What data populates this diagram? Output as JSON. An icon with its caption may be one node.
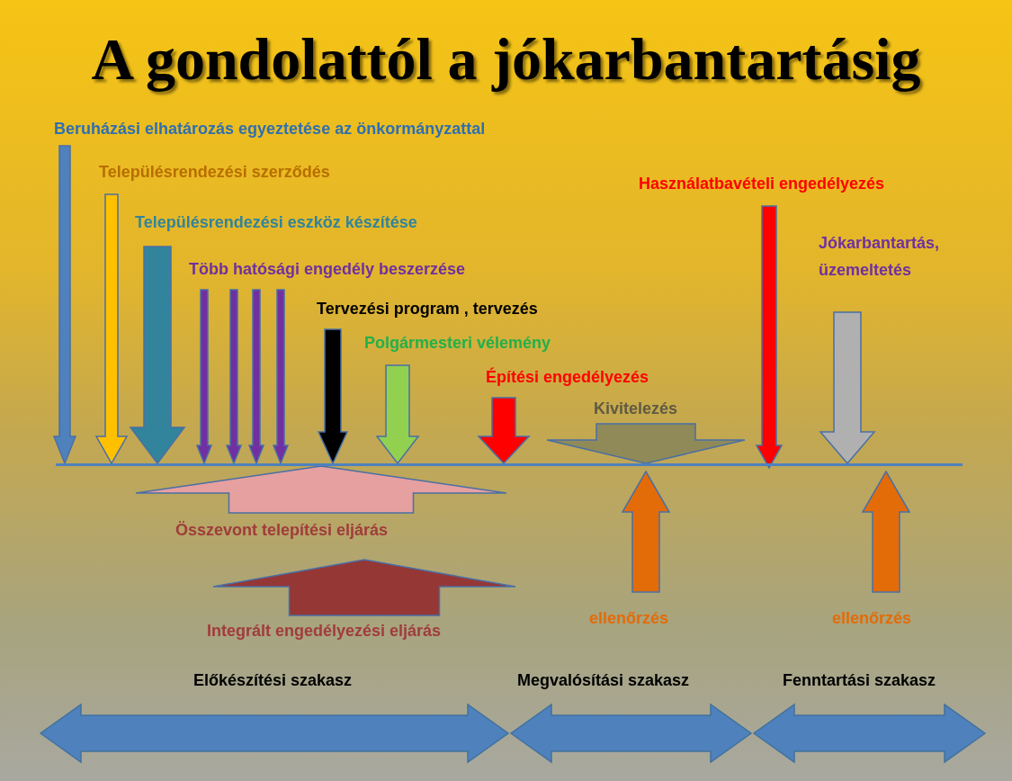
{
  "diagram": {
    "title": "A gondolattól a jókarbantartásig",
    "nodes": [
      {
        "text": [
          "Beruházási elhatározás egyeztetése az önkormányzattal"
        ]
      },
      {
        "text": [
          "Településrendezési szerződés"
        ]
      },
      {
        "text": [
          "Településrendezési eszköz készítése"
        ]
      },
      {
        "text": [
          "Több hatósági engedély beszerzése"
        ]
      },
      {
        "text": [
          "Tervezési program , tervezés"
        ]
      },
      {
        "text": [
          "Polgármesteri vélemény"
        ]
      },
      {
        "text": [
          "Építési engedélyezés"
        ]
      },
      {
        "text": [
          "Kivitelezés"
        ]
      },
      {
        "text": [
          "Használatbavételi engedélyezés"
        ]
      },
      {
        "text": [
          "Jókarbantartás, üzemeltetés"
        ]
      },
      {
        "text": [],
        "shape": "bar"
      },
      {
        "text": [
          "Összevont telepítési eljárás"
        ]
      },
      {
        "text": [
          "Integrált engedélyezési eljárás"
        ]
      },
      {
        "text": [
          "ellenőrzés"
        ]
      },
      {
        "text": [
          "ellenőrzés"
        ]
      }
    ],
    "edges": [
      {
        "from": 0,
        "to": 10,
        "arrow": "to",
        "color": "#4f81bd"
      },
      {
        "from": 1,
        "to": 10,
        "arrow": "to",
        "color": "#ffc000"
      },
      {
        "from": 2,
        "to": 10,
        "arrow": "to",
        "style": "thick",
        "color": "#31849b"
      },
      {
        "from": 3,
        "to": 10,
        "arrow": "to",
        "color": "#7030a0"
      },
      {
        "from": 3,
        "to": 10,
        "arrow": "to",
        "color": "#7030a0"
      },
      {
        "from": 3,
        "to": 10,
        "arrow": "to",
        "color": "#7030a0"
      },
      {
        "from": 3,
        "to": 10,
        "arrow": "to",
        "color": "#7030a0"
      },
      {
        "from": 4,
        "to": 10,
        "arrow": "to",
        "style": "thick",
        "color": "#000000"
      },
      {
        "from": 5,
        "to": 10,
        "arrow": "to",
        "style": "thick",
        "color": "#92d050"
      },
      {
        "from": 6,
        "to": 10,
        "arrow": "to",
        "style": "thick",
        "color": "#ff0000"
      },
      {
        "from": 7,
        "to": 10,
        "arrow": "to",
        "style": "thick",
        "color": "#8f8a58"
      },
      {
        "from": 8,
        "to": 10,
        "arrow": "to",
        "color": "#ff0000"
      },
      {
        "from": 9,
        "to": 10,
        "arrow": "to",
        "style": "thick",
        "color": "#b0b0b0"
      },
      {
        "from": 11,
        "to": 10,
        "arrow": "to",
        "style": "thick",
        "color": "#e6a0a0"
      },
      {
        "from": 12,
        "to": 11,
        "arrow": "to",
        "style": "thick",
        "color": "#953735"
      },
      {
        "from": 13,
        "to": 10,
        "arrow": "to",
        "style": "thick",
        "color": "#e36c09"
      },
      {
        "from": 14,
        "to": 10,
        "arrow": "to",
        "style": "thick",
        "color": "#e36c09"
      }
    ],
    "labels": [
      "Előkészítési szakasz",
      "Megvalósítási szakasz",
      "Fenntartási szakasz"
    ]
  }
}
